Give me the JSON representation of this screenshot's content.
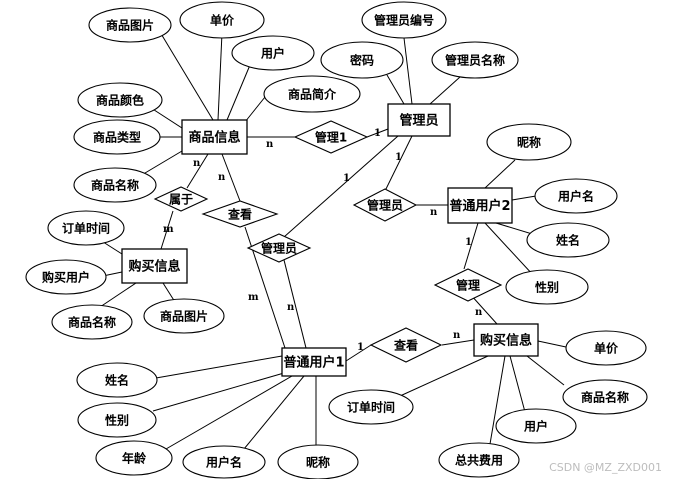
{
  "entities": {
    "product": "商品信息",
    "admin": "管理员",
    "user2": "普通用户2",
    "purchase1": "购买信息",
    "user1": "普通用户1",
    "purchase2": "购买信息"
  },
  "relationships": {
    "manage1": "管理1",
    "belongs": "属于",
    "view1": "查看",
    "admin_rel": "管理员",
    "admin_manages": "管理员",
    "manage": "管理",
    "view2": "查看"
  },
  "attributes": {
    "product_image": "商品图片",
    "product_price": "单价",
    "product_user": "用户",
    "product_intro": "商品简介",
    "product_color": "商品颜色",
    "product_type": "商品类型",
    "product_name": "商品名称",
    "admin_no": "管理员编号",
    "admin_pwd": "密码",
    "admin_name": "管理员名称",
    "u2_nick": "昵称",
    "u2_username": "用户名",
    "u2_name": "姓名",
    "u2_gender": "性别",
    "p1_order_time": "订单时间",
    "p1_buyer": "购买用户",
    "p1_product_name": "商品名称",
    "p1_product_image": "商品图片",
    "u1_name": "姓名",
    "u1_gender": "性别",
    "u1_age": "年龄",
    "u1_username": "用户名",
    "u1_nick": "昵称",
    "p2_price": "单价",
    "p2_product_name": "商品名称",
    "p2_user": "用户",
    "p2_total": "总共费用",
    "p2_order_time": "订单时间"
  },
  "cardinalities": {
    "product_manage1": "n",
    "admin_manage1": "1",
    "admin_admin_rel": "1",
    "admin_admin_manages": "1",
    "user2_admin_manages": "n",
    "user2_manage": "1",
    "purchase2_manage": "n",
    "product_belongs": "n",
    "purchase1_belongs": "m",
    "product_view1": "n",
    "user1_view1": "m",
    "user1_admin_rel": "n",
    "user1_view2": "1",
    "purchase2_view2": "n"
  },
  "watermark": "CSDN @MZ_ZXD001"
}
